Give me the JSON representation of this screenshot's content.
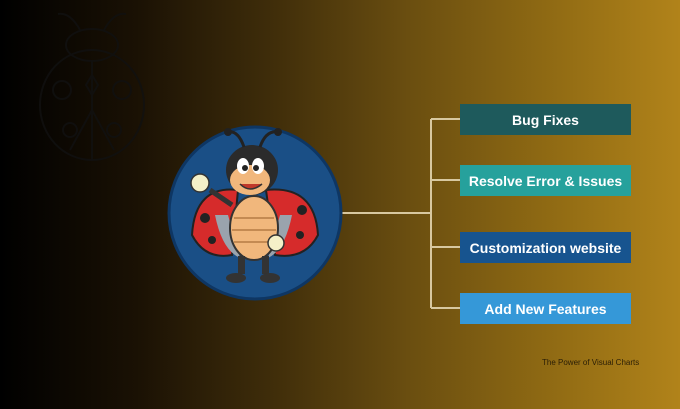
{
  "items": [
    {
      "label": "Bug Fixes",
      "color": "#1e5a5c"
    },
    {
      "label": "Resolve Error & Issues",
      "color": "#26a19c"
    },
    {
      "label": "Customization website",
      "color": "#17548f"
    },
    {
      "label": "Add New Features",
      "color": "#3598d8"
    }
  ],
  "footer": {
    "right": "The Power of Visual Charts"
  },
  "center": {
    "icon": "ladybug-mascot",
    "circle_color": "#1a4f86"
  },
  "background_icon": "ladybug-outline"
}
